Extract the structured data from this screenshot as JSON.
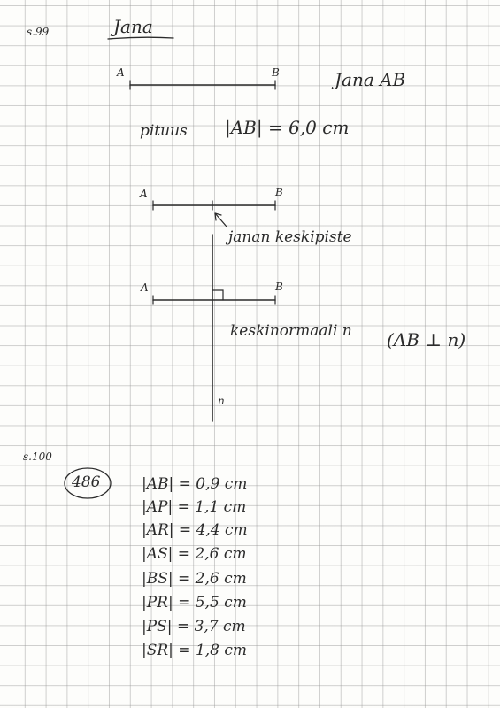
{
  "page_ref_top": "s.99",
  "title": "Jana",
  "segment": {
    "label_a": "A",
    "label_b": "B",
    "name": "Jana AB",
    "length_word": "pituus",
    "length_formula": "|AB| = 6,0 cm"
  },
  "midpoint": {
    "label_a": "A",
    "label_b": "B",
    "caption": "janan keskipiste"
  },
  "perpendicular": {
    "label_a": "A",
    "label_b": "B",
    "caption": "keskinormaali n",
    "notation": "(AB ⊥ n)",
    "line_label": "n"
  },
  "page_ref_bottom": "s.100",
  "exercise_number": "486",
  "measurements": [
    "|AB| = 0,9 cm",
    "|AP| = 1,1 cm",
    "|AR| = 4,4 cm",
    "|AS| = 2,6 cm",
    "|BS| = 2,6 cm",
    "|PR| = 5,5 cm",
    "|PS| = 3,7 cm",
    "|SR| = 1,8 cm"
  ]
}
